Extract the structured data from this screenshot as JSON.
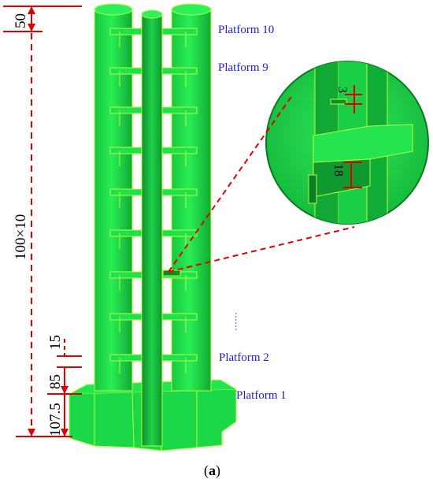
{
  "platform_labels": [
    "Platform 10",
    "Platform 9",
    "Platform 2",
    "Platform 1"
  ],
  "ellipsis": "······",
  "dimensions": {
    "top": "50",
    "main": "100×10",
    "small": "15",
    "mid": "85",
    "base": "107.5"
  },
  "detail_dimensions": {
    "gap": "3",
    "plate": "18"
  },
  "caption": {
    "open": "(",
    "letter": "a",
    "close": ")"
  },
  "colors": {
    "model": "#1fe04a",
    "dark": "#0d9a2c",
    "edge": "#b6ff3a",
    "dim_line": "#e00000",
    "label": "#1a1ad8"
  }
}
